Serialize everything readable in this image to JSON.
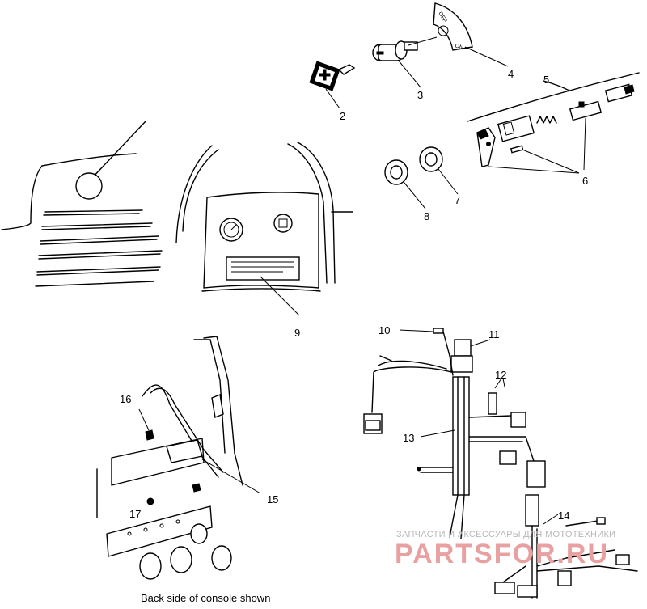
{
  "callouts": {
    "c2": "2",
    "c3": "3",
    "c4": "4",
    "c5": "5",
    "c6": "6",
    "c7": "7",
    "c8": "8",
    "c9": "9",
    "c10": "10",
    "c11": "11",
    "c12": "12",
    "c13": "13",
    "c14": "14",
    "c15": "15",
    "c16": "16",
    "c17": "17"
  },
  "caption": "Back side of console shown",
  "switch_plate": {
    "off": "OFF",
    "on": "ON"
  },
  "watermark": {
    "line1": "ЗАПЧАСТИ И АКСЕССУАРЫ ДЛЯ МОТОТЕХНИКИ",
    "line2": "PARTSFOR.RU"
  },
  "icons": [
    "ignition-key-icon",
    "key-switch-icon",
    "wiring-harness-icon"
  ],
  "colors": {
    "ink": "#000000",
    "watermark_text": "#b8b8b8",
    "watermark_logo": "#e8a0a0"
  }
}
